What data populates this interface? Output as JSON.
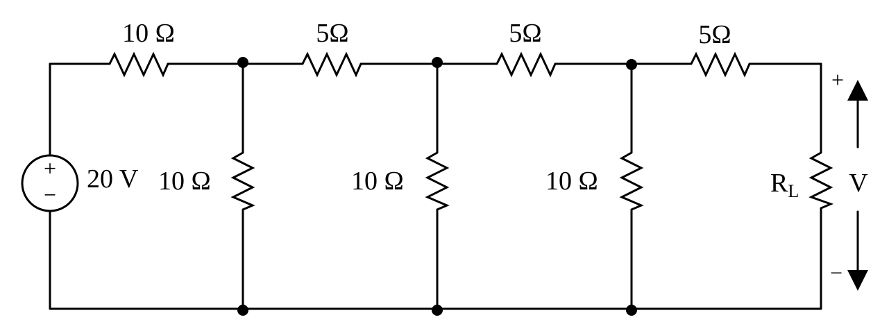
{
  "circuit": {
    "source": {
      "label": "20 V",
      "plus": "+",
      "minus": "−"
    },
    "series_resistors": [
      "10 Ω",
      "5Ω",
      "5Ω",
      "5Ω"
    ],
    "shunt_resistors": [
      "10 Ω",
      "10 Ω",
      "10 Ω"
    ],
    "load": {
      "label_main": "R",
      "label_sub": "L"
    },
    "output_voltage": {
      "label": "V",
      "plus": "+",
      "minus": "−"
    }
  },
  "colors": {
    "ink": "#000000",
    "background": "#ffffff"
  }
}
